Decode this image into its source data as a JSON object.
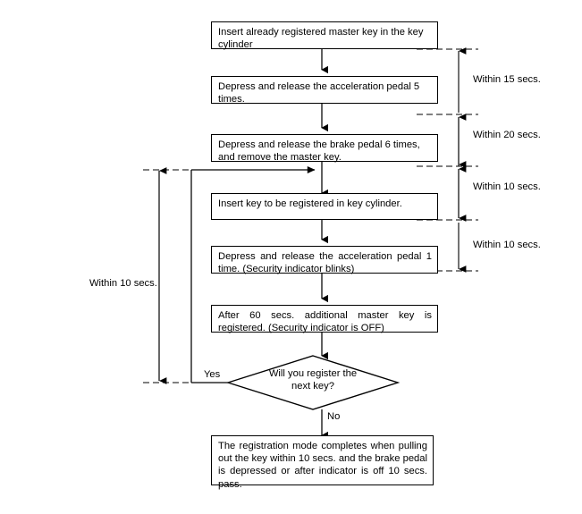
{
  "diagram": {
    "title": "Master key registration procedure flowchart",
    "type": "flowchart",
    "colors": {
      "background": "#ffffff",
      "stroke": "#000000",
      "text": "#000000"
    },
    "steps": [
      {
        "id": "step-1",
        "shape": "process",
        "text": "Insert already registered master key in the key cylinder"
      },
      {
        "id": "step-2",
        "shape": "process",
        "text": "Depress and release the acceleration pedal 5 times."
      },
      {
        "id": "step-3",
        "shape": "process",
        "text": "Depress and release the brake pedal 6 times, and remove the master key."
      },
      {
        "id": "step-4",
        "shape": "process",
        "text": "Insert key to be registered in key cylinder."
      },
      {
        "id": "step-5",
        "shape": "process",
        "text": "Depress and release the acceleration pedal 1 time. (Security indicator blinks)"
      },
      {
        "id": "step-6",
        "shape": "process",
        "text": "After 60 secs. additional master key is registered. (Security indicator is OFF)"
      },
      {
        "id": "step-8",
        "shape": "process",
        "text": "The registration mode completes when pulling out the key within 10 secs. and the brake pedal is depressed or after indicator is off 10 secs. pass."
      }
    ],
    "decision": {
      "id": "decision-1",
      "shape": "diamond",
      "line1": "Will you register the",
      "line2": "next key?",
      "yes_label": "Yes",
      "no_label": "No"
    },
    "timing_annotations_right": [
      {
        "id": "dim-15",
        "label": "Within 15 secs."
      },
      {
        "id": "dim-20",
        "label": "Within 20 secs."
      },
      {
        "id": "dim-10a",
        "label": "Within 10 secs."
      },
      {
        "id": "dim-10b",
        "label": "Within 10 secs."
      }
    ],
    "timing_annotations_left": [
      {
        "id": "dim-10-left",
        "label": "Within 10 secs."
      }
    ]
  }
}
